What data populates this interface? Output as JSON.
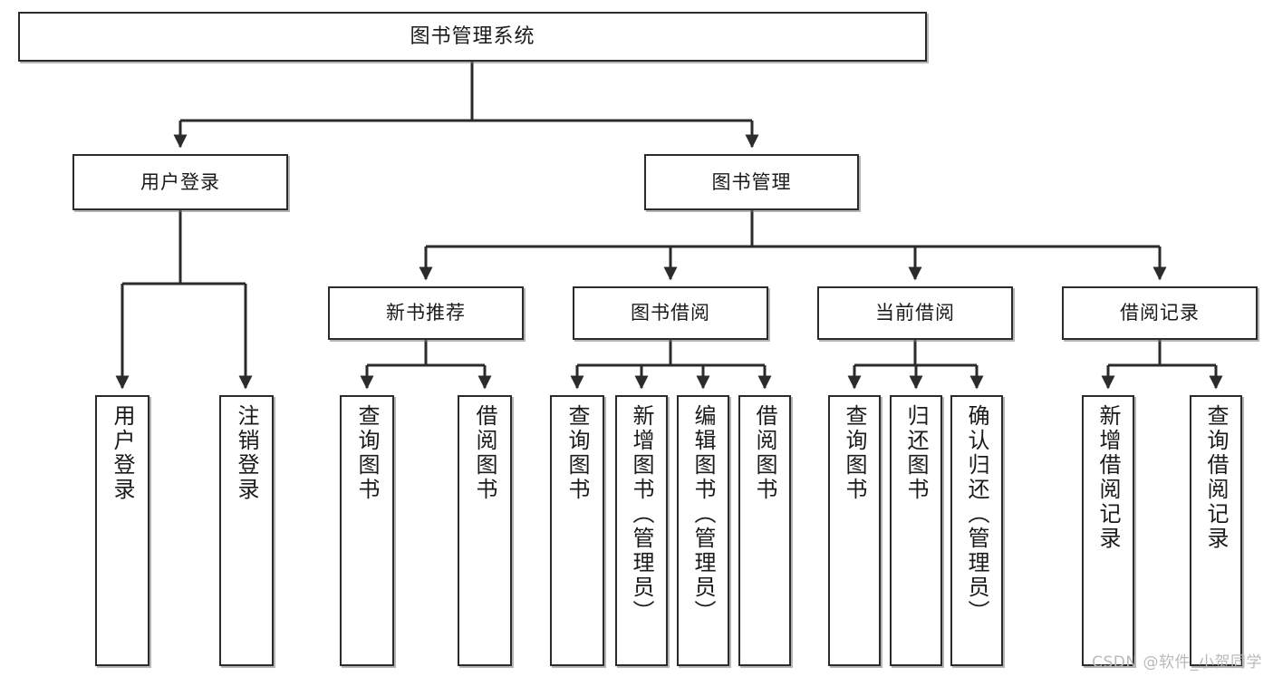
{
  "diagram": {
    "title": "图书管理系统",
    "type": "tree-hierarchy-chart",
    "root": {
      "id": "root",
      "label": "图书管理系统"
    },
    "level2": [
      {
        "id": "user-login",
        "label": "用户登录"
      },
      {
        "id": "book-manage",
        "label": "图书管理"
      }
    ],
    "level3": [
      {
        "id": "new-book-recommend",
        "label": "新书推荐"
      },
      {
        "id": "book-borrow",
        "label": "图书借阅"
      },
      {
        "id": "current-borrow",
        "label": "当前借阅"
      },
      {
        "id": "borrow-record",
        "label": "借阅记录"
      }
    ],
    "leaves": {
      "user_login": [
        {
          "id": "leaf-user-login",
          "label": "用户登录"
        },
        {
          "id": "leaf-logout",
          "label": "注销登录"
        }
      ],
      "new_book_recommend": [
        {
          "id": "leaf-query-book-1",
          "label": "查询图书"
        },
        {
          "id": "leaf-borrow-book-1",
          "label": "借阅图书"
        }
      ],
      "book_borrow": [
        {
          "id": "leaf-query-book-2",
          "label": "查询图书"
        },
        {
          "id": "leaf-add-book",
          "label": "新增图书（管理员）"
        },
        {
          "id": "leaf-edit-book",
          "label": "编辑图书（管理员）"
        },
        {
          "id": "leaf-borrow-book-2",
          "label": "借阅图书"
        }
      ],
      "current_borrow": [
        {
          "id": "leaf-query-book-3",
          "label": "查询图书"
        },
        {
          "id": "leaf-return-book",
          "label": "归还图书"
        },
        {
          "id": "leaf-confirm-return",
          "label": "确认归还（管理员）"
        }
      ],
      "borrow_record": [
        {
          "id": "leaf-add-record",
          "label": "新增借阅记录"
        },
        {
          "id": "leaf-query-record",
          "label": "查询借阅记录"
        }
      ]
    }
  },
  "watermark": {
    "text": "CSDN @软件_小贺同学"
  },
  "colors": {
    "stroke": "#2b2b2b",
    "fill": "#ffffff",
    "text": "#1a1a1a",
    "watermark": "#b9b9b9",
    "shadow": "#787878"
  }
}
